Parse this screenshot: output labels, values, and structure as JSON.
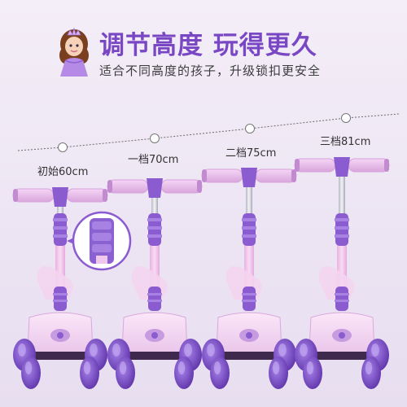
{
  "header": {
    "title": "调节高度 玩得更久",
    "subtitle": "适合不同高度的孩子，升级锁扣更安全"
  },
  "levels": [
    {
      "label": "初始60cm"
    },
    {
      "label": "一档70cm"
    },
    {
      "label": "二档75cm"
    },
    {
      "label": "三档81cm"
    }
  ],
  "colors": {
    "accent": "#7a47c4",
    "scooter_purple": "#8a5ccf",
    "handle_pink": "#e7b7ea",
    "body_light": "#f4d4f0",
    "wheel": "#6e3fb8",
    "background": "#efe7f5"
  },
  "icons": {
    "mascot": "princess-mascot-icon",
    "lock": "latch-lock-icon"
  }
}
